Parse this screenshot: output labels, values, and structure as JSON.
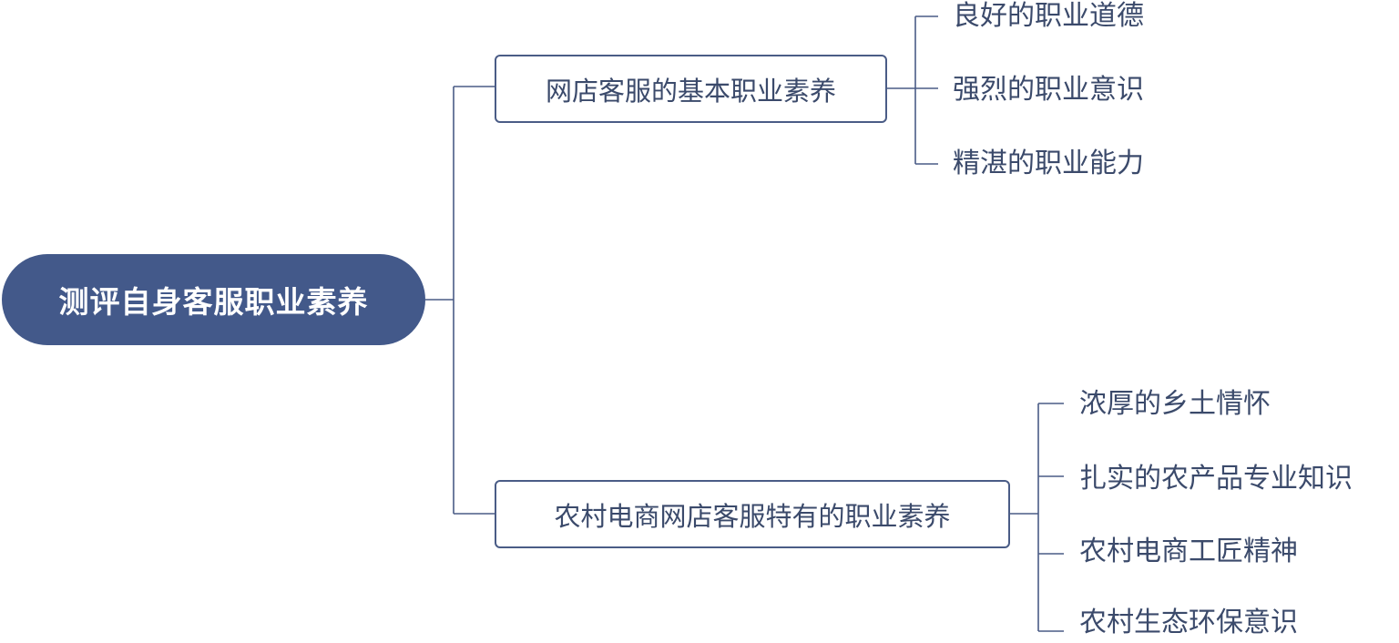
{
  "root": {
    "label": "测评自身客服职业素养"
  },
  "branches": [
    {
      "label": "网店客服的基本职业素养",
      "leaves": [
        "良好的职业道德",
        "强烈的职业意识",
        "精湛的职业能力"
      ]
    },
    {
      "label": "农村电商网店客服特有的职业素养",
      "leaves": [
        "浓厚的乡土情怀",
        "扎实的农产品专业知识",
        "农村电商工匠精神",
        "农村生态环保意识"
      ]
    }
  ],
  "colors": {
    "root_fill": "#43598a",
    "line": "#4a5c86",
    "text": "#3b4a6b"
  }
}
